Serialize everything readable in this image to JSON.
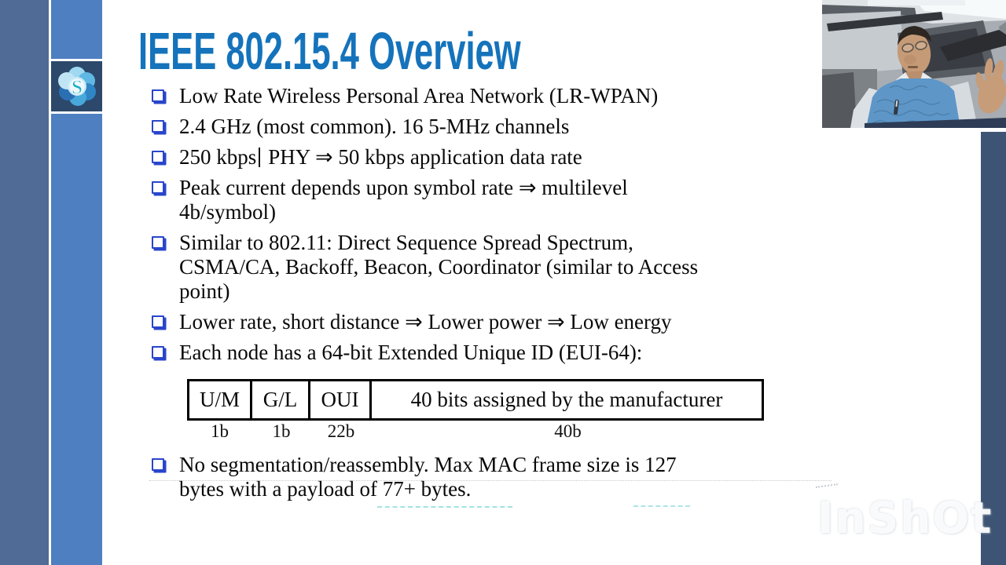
{
  "slide": {
    "title": "IEEE 802.15.4 Overview",
    "bullets": [
      {
        "text": "Low Rate Wireless Personal Area Network (LR-WPAN)"
      },
      {
        "text": "2.4 GHz (most common). 16 5-MHz channels"
      },
      {
        "text_before_caret": "250 kbps",
        "text_after_caret": "PHY ⇒ 50 kbps application data rate"
      },
      {
        "text": "Peak current depends upon symbol rate ⇒ multilevel\n4b/symbol)"
      },
      {
        "text": "Similar to 802.11: Direct Sequence Spread Spectrum,\nCSMA/CA, Backoff, Beacon, Coordinator (similar to Access\npoint)"
      },
      {
        "text": "Lower rate, short distance ⇒ Lower power ⇒ Low energy"
      },
      {
        "text": "Each node has a 64-bit Extended Unique ID (EUI-64):"
      },
      {
        "text": "No segmentation/reassembly. Max MAC frame size is 127\nbytes with a payload of 77+ bytes."
      }
    ],
    "eui_table": {
      "cells": [
        "U/M",
        "G/L",
        "OUI",
        "40 bits assigned by the manufacturer"
      ],
      "bit_labels": [
        "1b",
        "1b",
        "22b",
        "40b"
      ]
    }
  },
  "branding": {
    "logo_letter": "S"
  },
  "watermark": {
    "text": "InShOt"
  },
  "colors": {
    "title_blue": "#1573bb",
    "bullet_blue": "#2945cb",
    "sidebar_outer": "#4f6b96",
    "sidebar_inner": "#4d7fc1",
    "logo_tile_bg": "#2c486b",
    "right_bar_navy": "#3d5474",
    "teal_dash": "#49c8c4"
  }
}
